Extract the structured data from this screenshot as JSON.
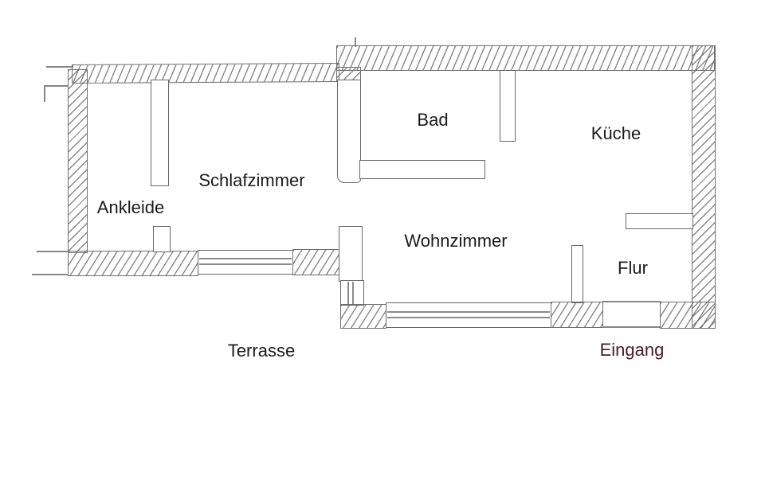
{
  "floorplan": {
    "rooms": {
      "ankleide": {
        "label": "Ankleide"
      },
      "schlafzimmer": {
        "label": "Schlafzimmer"
      },
      "bad": {
        "label": "Bad"
      },
      "kueche": {
        "label": "Küche"
      },
      "wohnzimmer": {
        "label": "Wohnzimmer"
      },
      "flur": {
        "label": "Flur"
      }
    },
    "exterior": {
      "terrasse": {
        "label": "Terrasse"
      },
      "eingang": {
        "label": "Eingang"
      }
    }
  },
  "colors": {
    "pencil_line": "#6f6f6f",
    "hatch": "#696969",
    "label_text": "#1b1b1b",
    "eingang_accent": "#4d1827",
    "paper": "#ffffff"
  }
}
